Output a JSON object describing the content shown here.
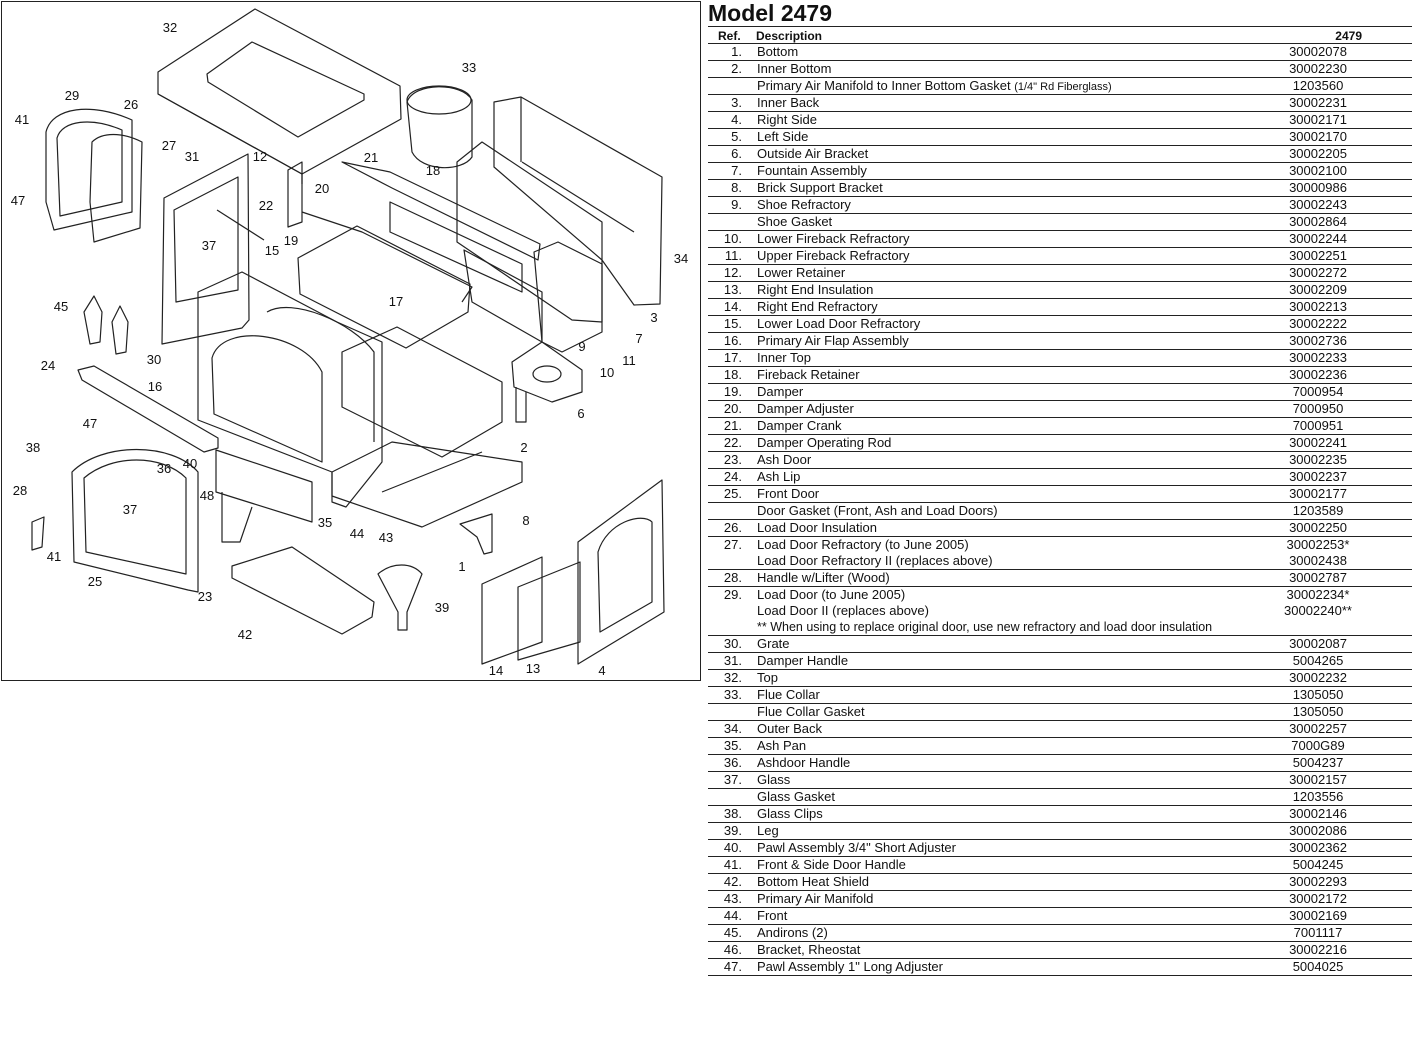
{
  "title": "Model 2479",
  "table": {
    "header": {
      "ref": "Ref.",
      "description": "Description",
      "part": "2479"
    },
    "rows": [
      {
        "lines": [
          {
            "ref": "1.",
            "desc": "Bottom",
            "part": "30002078"
          }
        ]
      },
      {
        "lines": [
          {
            "ref": "2.",
            "desc": "Inner Bottom",
            "part": "30002230"
          }
        ]
      },
      {
        "lines": [
          {
            "ref": "",
            "desc": "Primary Air Manifold to Inner Bottom Gasket ",
            "desc_small": "(1/4\" Rd Fiberglass)",
            "part": "1203560"
          }
        ]
      },
      {
        "lines": [
          {
            "ref": "3.",
            "desc": "Inner Back",
            "part": "30002231"
          }
        ]
      },
      {
        "lines": [
          {
            "ref": "4.",
            "desc": "Right Side",
            "part": "30002171"
          }
        ]
      },
      {
        "lines": [
          {
            "ref": "5.",
            "desc": "Left Side",
            "part": "30002170"
          }
        ]
      },
      {
        "lines": [
          {
            "ref": "6.",
            "desc": "Outside Air Bracket",
            "part": "30002205"
          }
        ]
      },
      {
        "lines": [
          {
            "ref": "7.",
            "desc": "Fountain Assembly",
            "part": "30002100"
          }
        ]
      },
      {
        "lines": [
          {
            "ref": "8.",
            "desc": "Brick Support Bracket",
            "part": "30000986"
          }
        ]
      },
      {
        "lines": [
          {
            "ref": "9.",
            "desc": "Shoe Refractory",
            "part": "30002243"
          }
        ]
      },
      {
        "lines": [
          {
            "ref": "",
            "desc": "Shoe Gasket",
            "part": "30002864"
          }
        ]
      },
      {
        "lines": [
          {
            "ref": "10.",
            "desc": "Lower Fireback Refractory",
            "part": "30002244"
          }
        ]
      },
      {
        "lines": [
          {
            "ref": "11.",
            "desc": "Upper Fireback Refractory",
            "part": "30002251"
          }
        ]
      },
      {
        "lines": [
          {
            "ref": "12.",
            "desc": "Lower Retainer",
            "part": "30002272"
          }
        ]
      },
      {
        "lines": [
          {
            "ref": "13.",
            "desc": "Right End Insulation",
            "part": "30002209"
          }
        ]
      },
      {
        "lines": [
          {
            "ref": "14.",
            "desc": "Right End Refractory",
            "part": "30002213"
          }
        ]
      },
      {
        "lines": [
          {
            "ref": "15.",
            "desc": "Lower Load Door Refractory",
            "part": "30002222"
          }
        ]
      },
      {
        "lines": [
          {
            "ref": "16.",
            "desc": "Primary Air Flap Assembly",
            "part": "30002736"
          }
        ]
      },
      {
        "lines": [
          {
            "ref": "17.",
            "desc": "Inner Top",
            "part": "30002233"
          }
        ]
      },
      {
        "lines": [
          {
            "ref": "18.",
            "desc": "Fireback Retainer",
            "part": "30002236"
          }
        ]
      },
      {
        "lines": [
          {
            "ref": "19.",
            "desc": "Damper",
            "part": "7000954"
          }
        ]
      },
      {
        "lines": [
          {
            "ref": "20.",
            "desc": "Damper Adjuster",
            "part": "7000950"
          }
        ]
      },
      {
        "lines": [
          {
            "ref": "21.",
            "desc": "Damper Crank",
            "part": "7000951"
          }
        ]
      },
      {
        "lines": [
          {
            "ref": "22.",
            "desc": "Damper Operating Rod",
            "part": "30002241"
          }
        ]
      },
      {
        "lines": [
          {
            "ref": "23.",
            "desc": "Ash Door",
            "part": "30002235"
          }
        ]
      },
      {
        "lines": [
          {
            "ref": "24.",
            "desc": "Ash Lip",
            "part": "30002237"
          }
        ]
      },
      {
        "lines": [
          {
            "ref": "25.",
            "desc": "Front Door",
            "part": "30002177"
          }
        ]
      },
      {
        "lines": [
          {
            "ref": "",
            "desc": "Door Gasket (Front, Ash and Load Doors)",
            "part": "1203589"
          }
        ]
      },
      {
        "lines": [
          {
            "ref": "26.",
            "desc": "Load Door Insulation",
            "part": "30002250"
          }
        ]
      },
      {
        "lines": [
          {
            "ref": "27.",
            "desc": "Load Door Refractory (to June 2005)",
            "part": "30002253*"
          },
          {
            "ref": "",
            "desc": "Load Door Refractory II (replaces above)",
            "part": "30002438"
          }
        ]
      },
      {
        "lines": [
          {
            "ref": "28.",
            "desc": "Handle w/Lifter (Wood)",
            "part": "30002787"
          }
        ]
      },
      {
        "lines": [
          {
            "ref": "29.",
            "desc": "Load Door (to June 2005)",
            "part": "30002234*"
          },
          {
            "ref": "",
            "desc": "Load Door II (replaces above)",
            "part": "30002240**"
          }
        ],
        "note": "** When using to replace original door, use new refractory and load door insulation"
      },
      {
        "lines": [
          {
            "ref": "30.",
            "desc": "Grate",
            "part": "30002087"
          }
        ]
      },
      {
        "lines": [
          {
            "ref": "31.",
            "desc": "Damper Handle",
            "part": "5004265"
          }
        ]
      },
      {
        "lines": [
          {
            "ref": "32.",
            "desc": "Top",
            "part": "30002232"
          }
        ]
      },
      {
        "lines": [
          {
            "ref": "33.",
            "desc": "Flue Collar",
            "part": "1305050"
          }
        ]
      },
      {
        "lines": [
          {
            "ref": "",
            "desc": "Flue Collar Gasket",
            "part": "1305050"
          }
        ]
      },
      {
        "lines": [
          {
            "ref": "34.",
            "desc": "Outer Back",
            "part": "30002257"
          }
        ]
      },
      {
        "lines": [
          {
            "ref": "35.",
            "desc": "Ash Pan",
            "part": "7000G89"
          }
        ]
      },
      {
        "lines": [
          {
            "ref": "36.",
            "desc": "Ashdoor Handle",
            "part": "5004237"
          }
        ]
      },
      {
        "lines": [
          {
            "ref": "37.",
            "desc": "Glass",
            "part": "30002157"
          }
        ]
      },
      {
        "lines": [
          {
            "ref": "",
            "desc": "Glass Gasket",
            "part": "1203556"
          }
        ]
      },
      {
        "lines": [
          {
            "ref": "38.",
            "desc": "Glass Clips",
            "part": "30002146"
          }
        ]
      },
      {
        "lines": [
          {
            "ref": "39.",
            "desc": "Leg",
            "part": "30002086"
          }
        ]
      },
      {
        "lines": [
          {
            "ref": "40.",
            "desc": "Pawl Assembly 3/4\" Short Adjuster",
            "part": "30002362"
          }
        ]
      },
      {
        "lines": [
          {
            "ref": "41.",
            "desc": "Front & Side Door Handle",
            "part": "5004245"
          }
        ]
      },
      {
        "lines": [
          {
            "ref": "42.",
            "desc": "Bottom Heat Shield",
            "part": "30002293"
          }
        ]
      },
      {
        "lines": [
          {
            "ref": "43.",
            "desc": "Primary Air Manifold",
            "part": "30002172"
          }
        ]
      },
      {
        "lines": [
          {
            "ref": "44.",
            "desc": "Front",
            "part": "30002169"
          }
        ]
      },
      {
        "lines": [
          {
            "ref": "45.",
            "desc": "Andirons (2)",
            "part": "7001117"
          }
        ]
      },
      {
        "lines": [
          {
            "ref": "46.",
            "desc": "Bracket, Rheostat",
            "part": "30002216"
          }
        ]
      },
      {
        "lines": [
          {
            "ref": "47.",
            "desc": "Pawl Assembly 1\" Long Adjuster",
            "part": "5004025"
          }
        ]
      }
    ]
  },
  "diagram": {
    "callouts": [
      "32",
      "33",
      "29",
      "26",
      "41",
      "27",
      "31",
      "12",
      "21",
      "47",
      "20",
      "18",
      "22",
      "37",
      "19",
      "15",
      "34",
      "17",
      "45",
      "3",
      "7",
      "9",
      "11",
      "30",
      "10",
      "24",
      "6",
      "16",
      "2",
      "47",
      "38",
      "40",
      "36",
      "48",
      "28",
      "37",
      "35",
      "44",
      "43",
      "8",
      "1",
      "41",
      "25",
      "23",
      "39",
      "42",
      "14",
      "13",
      "4"
    ]
  }
}
